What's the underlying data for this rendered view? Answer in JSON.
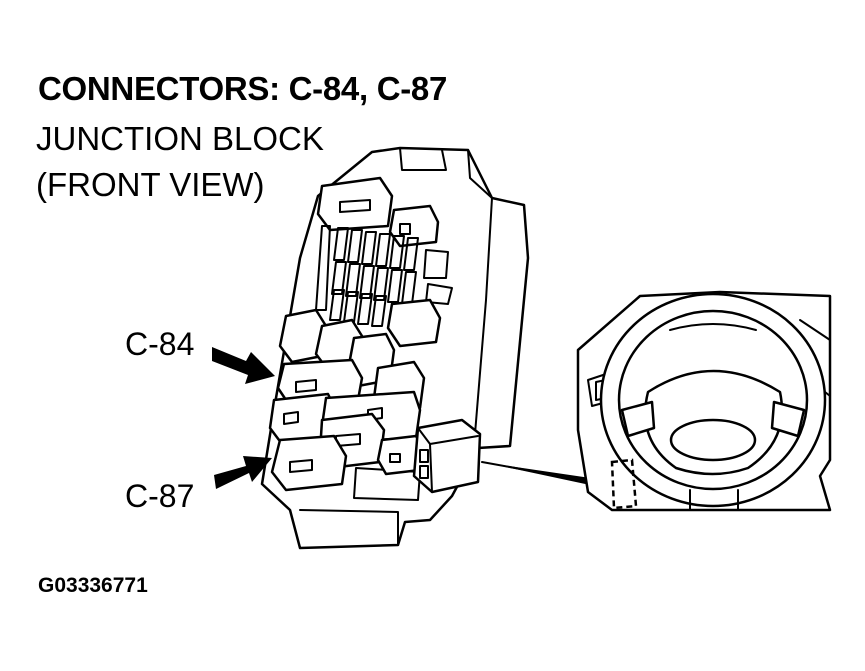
{
  "diagram": {
    "title": "CONNECTORS: C-84, C-87",
    "subtitle_line1": "JUNCTION BLOCK",
    "subtitle_line2": "(FRONT VIEW)",
    "callouts": [
      {
        "label": "C-84"
      },
      {
        "label": "C-87"
      }
    ],
    "figure_id": "G03336771"
  },
  "colors": {
    "ink": "#000000",
    "background": "#ffffff"
  }
}
